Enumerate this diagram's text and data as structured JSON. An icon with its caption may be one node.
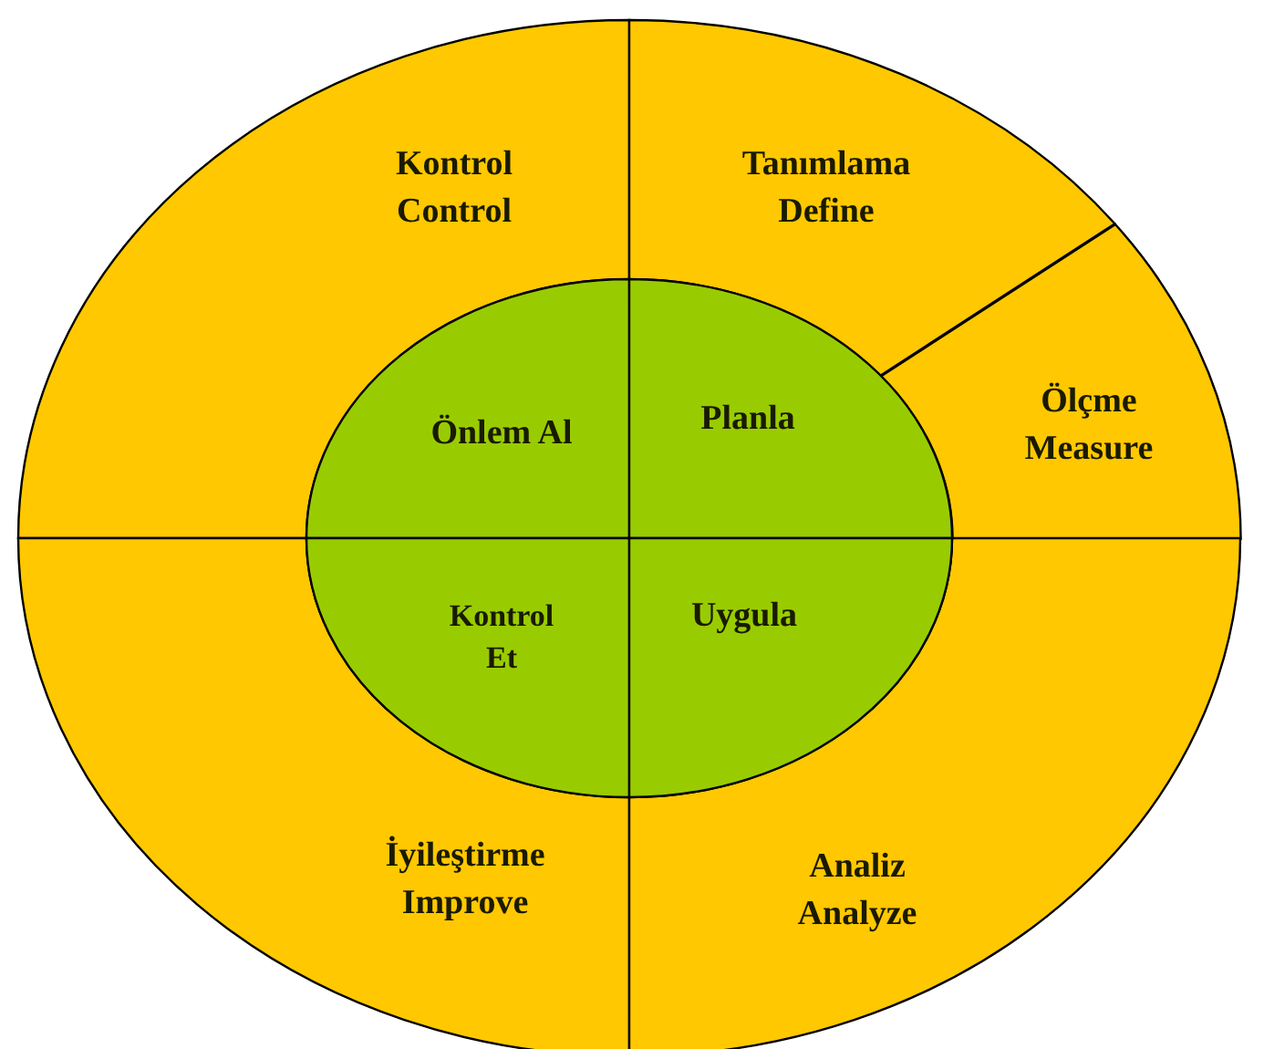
{
  "diagram": {
    "nodes": [
      {
        "text": [
          "Kontrol",
          "Control"
        ]
      },
      {
        "text": [
          "Tanımlama",
          "Define"
        ]
      },
      {
        "text": [
          "Önlem Al"
        ]
      },
      {
        "text": [
          "Planla"
        ]
      },
      {
        "text": [
          "Ölçme",
          "Measure"
        ]
      },
      {
        "text": [
          "Kontrol Et"
        ]
      },
      {
        "text": [
          "Uygula"
        ]
      },
      {
        "text": [
          "İyileştirme",
          "Improve"
        ]
      },
      {
        "text": [
          "Analiz",
          "Analyze"
        ]
      }
    ]
  }
}
